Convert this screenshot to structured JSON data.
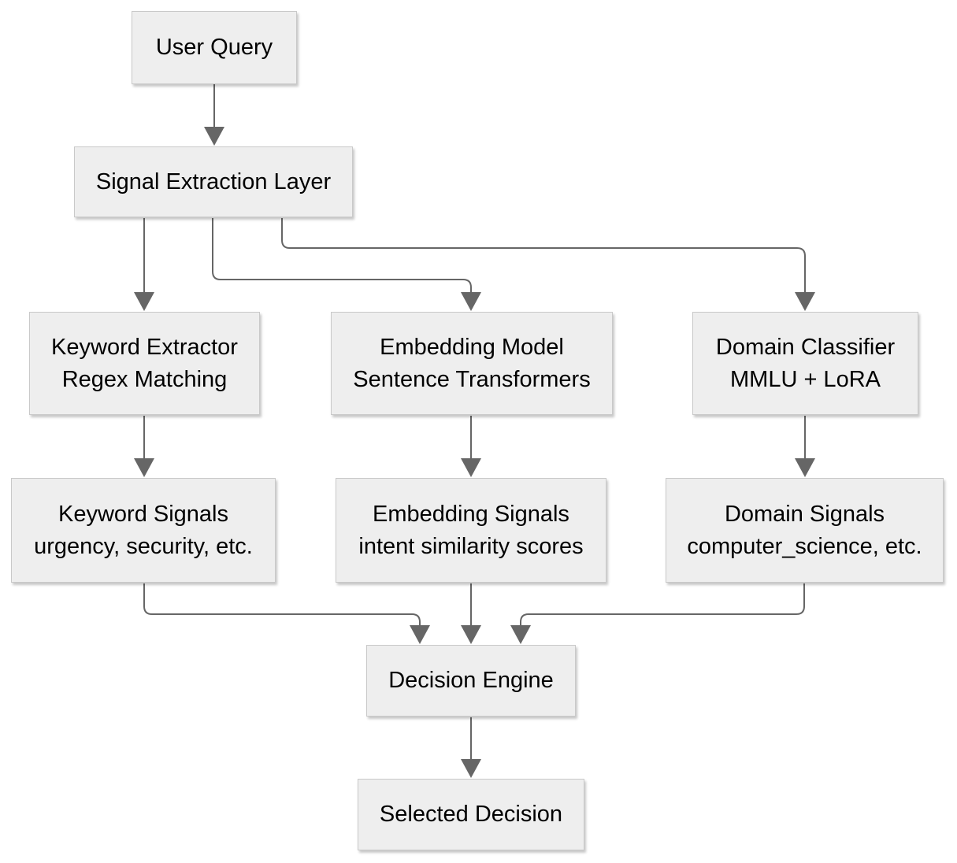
{
  "diagram": {
    "background": "#ffffff",
    "colors": {
      "node_fill": "#eeeeee",
      "node_border": "#c9c9c9",
      "connector": "#666666",
      "text": "#000000"
    },
    "nodes": {
      "user_query": {
        "title": "User Query"
      },
      "signal_extraction_layer": {
        "title": "Signal Extraction Layer"
      },
      "keyword_extractor": {
        "title": "Keyword Extractor",
        "subtitle": "Regex Matching"
      },
      "embedding_model": {
        "title": "Embedding Model",
        "subtitle": "Sentence Transformers"
      },
      "domain_classifier": {
        "title": "Domain Classifier",
        "subtitle": "MMLU + LoRA"
      },
      "keyword_signals": {
        "title": "Keyword Signals",
        "subtitle": "urgency, security, etc."
      },
      "embedding_signals": {
        "title": "Embedding Signals",
        "subtitle": "intent similarity scores"
      },
      "domain_signals": {
        "title": "Domain Signals",
        "subtitle": "computer_science, etc."
      },
      "decision_engine": {
        "title": "Decision Engine"
      },
      "selected_decision": {
        "title": "Selected Decision"
      }
    },
    "edges": [
      {
        "from": "user_query",
        "to": "signal_extraction_layer"
      },
      {
        "from": "signal_extraction_layer",
        "to": "keyword_extractor"
      },
      {
        "from": "signal_extraction_layer",
        "to": "embedding_model"
      },
      {
        "from": "signal_extraction_layer",
        "to": "domain_classifier"
      },
      {
        "from": "keyword_extractor",
        "to": "keyword_signals"
      },
      {
        "from": "embedding_model",
        "to": "embedding_signals"
      },
      {
        "from": "domain_classifier",
        "to": "domain_signals"
      },
      {
        "from": "keyword_signals",
        "to": "decision_engine"
      },
      {
        "from": "embedding_signals",
        "to": "decision_engine"
      },
      {
        "from": "domain_signals",
        "to": "decision_engine"
      },
      {
        "from": "decision_engine",
        "to": "selected_decision"
      }
    ]
  }
}
